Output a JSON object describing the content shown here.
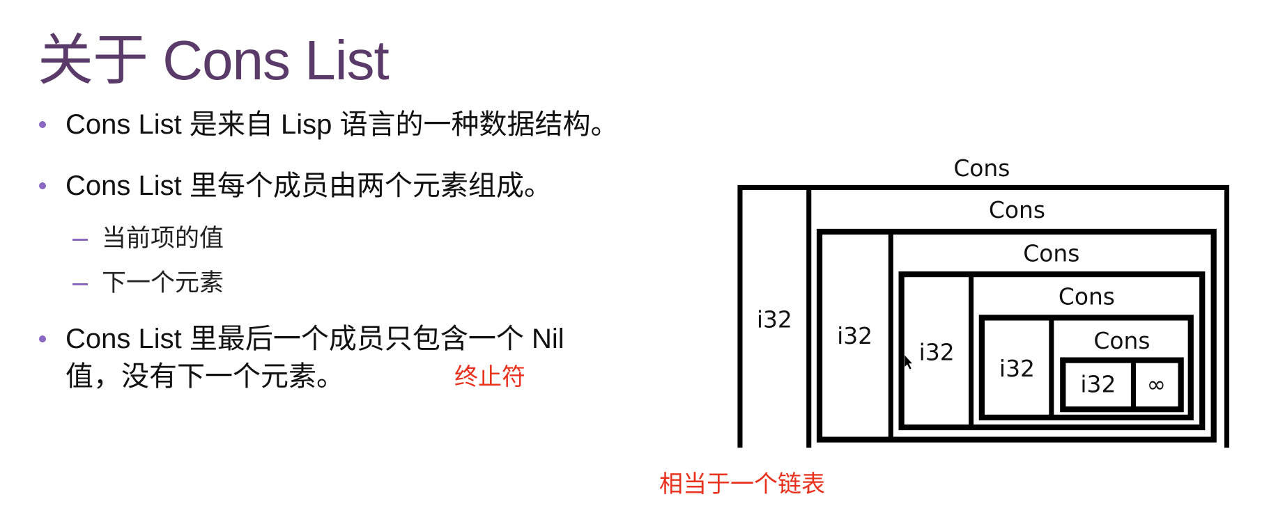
{
  "title": "关于 Cons List",
  "bullets": [
    {
      "text": "Cons List 是来自 Lisp 语言的一种数据结构。"
    },
    {
      "text": "Cons List 里每个成员由两个元素组成。",
      "sub": [
        "当前项的值",
        "下一个元素"
      ]
    },
    {
      "line1": "Cons List 里最后一个成员只包含一个 Nil",
      "line2": "值，没有下一个元素。"
    }
  ],
  "annotations": {
    "terminator": "终止符",
    "linked_list": "相当于一个链表"
  },
  "diagram": {
    "cons_label": "Cons",
    "value_label": "i32",
    "infinity_label": "∞"
  },
  "colors": {
    "title": "#5a3a68",
    "bullet": "#8a67c0",
    "annotation": "#e8321e"
  }
}
